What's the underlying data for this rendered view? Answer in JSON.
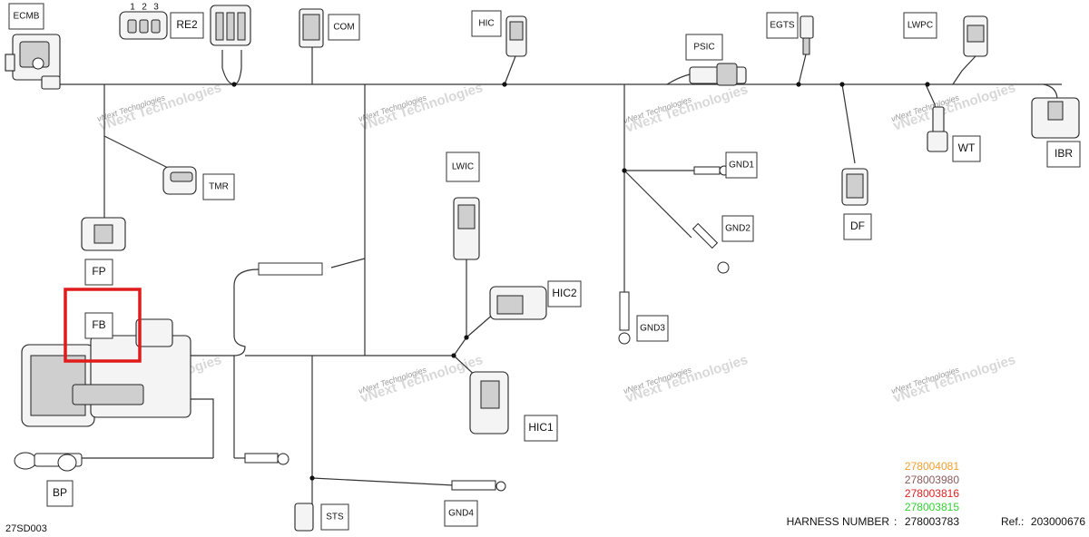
{
  "labels": {
    "ECMB": "ECMB",
    "RE2": "RE2",
    "COM": "COM",
    "HIC": "HIC",
    "PSIC": "PSIC",
    "EGTS": "EGTS",
    "LWPC": "LWPC",
    "TMR": "TMR",
    "LWIC": "LWIC",
    "GND1": "GND1",
    "GND2": "GND2",
    "WT": "WT",
    "IBR": "IBR",
    "DF": "DF",
    "FP": "FP",
    "FB": "FB",
    "HIC2": "HIC2",
    "GND3": "GND3",
    "HIC1": "HIC1",
    "BP": "BP",
    "STS": "STS",
    "GND4": "GND4"
  },
  "pin_numbers": [
    "1",
    "2",
    "3"
  ],
  "watermark": {
    "line1": "vNext Technologies",
    "line2": "vNext Technologies"
  },
  "diagram_code": "27SD003",
  "part_numbers": [
    {
      "value": "278004081",
      "color": "#f0a030"
    },
    {
      "value": "278003980",
      "color": "#8b5a5a"
    },
    {
      "value": "278003816",
      "color": "#e02020"
    },
    {
      "value": "278003815",
      "color": "#30d030"
    }
  ],
  "harness": {
    "label": "HARNESS NUMBER",
    "value": "278003783"
  },
  "reference": {
    "label": "Ref.",
    "value": "203000676"
  },
  "highlight_color": "#e11b1b"
}
